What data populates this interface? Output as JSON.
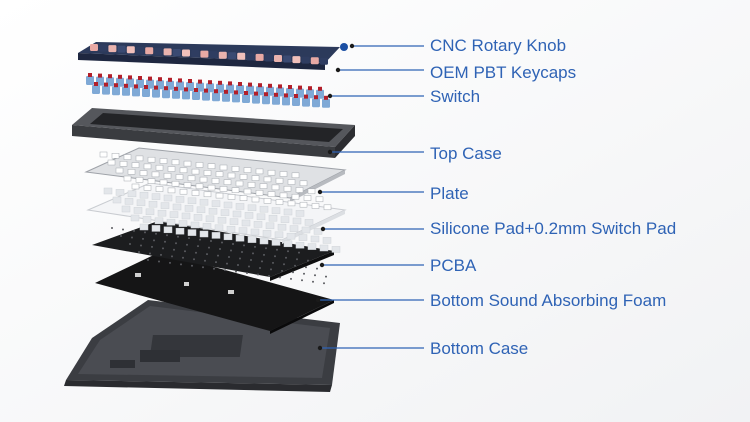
{
  "accent_color": "#2f63b5",
  "layers": [
    {
      "id": "knob",
      "label": "CNC Rotary Knob"
    },
    {
      "id": "keycaps",
      "label": "OEM PBT Keycaps"
    },
    {
      "id": "switch",
      "label": "Switch"
    },
    {
      "id": "topcase",
      "label": "Top Case"
    },
    {
      "id": "plate",
      "label": "Plate"
    },
    {
      "id": "silicone",
      "label": "Silicone Pad+0.2mm Switch Pad"
    },
    {
      "id": "pcba",
      "label": "PCBA"
    },
    {
      "id": "foam",
      "label": "Bottom Sound Absorbing Foam"
    },
    {
      "id": "bottomcase",
      "label": "Bottom Case"
    }
  ]
}
